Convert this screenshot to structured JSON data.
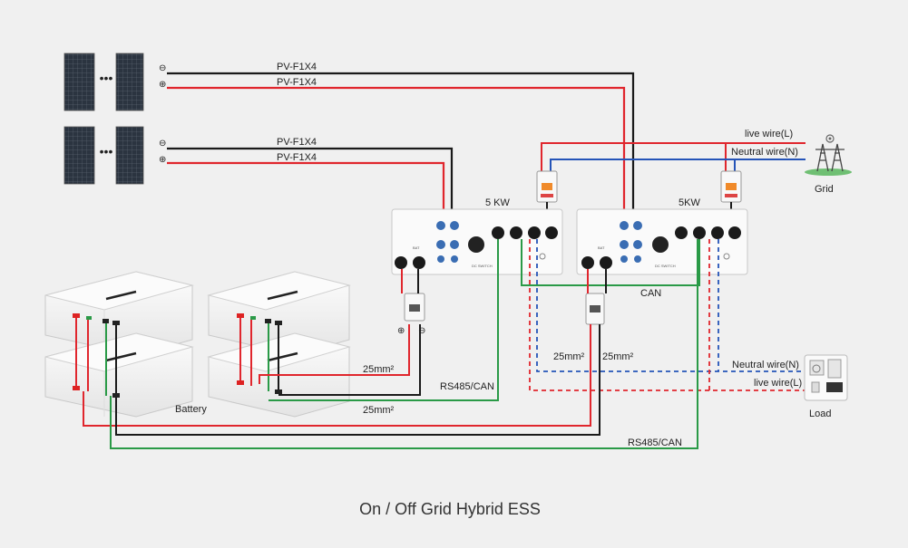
{
  "diagram": {
    "caption": "On / Off Grid Hybrid ESS",
    "pv_cables": [
      "PV-F1X4",
      "PV-F1X4",
      "PV-F1X4",
      "PV-F1X4"
    ],
    "pv_polarity": {
      "negative": "⊖",
      "positive": "⊕"
    },
    "inverter_1": {
      "label": "5 KW"
    },
    "inverter_2": {
      "label": "5KW"
    },
    "grid": {
      "label": "Grid",
      "live_wire": "live wire(L)",
      "neutral_wire": "Neutral wire(N)"
    },
    "load": {
      "label": "Load",
      "neutral_wire": "Neutral wire(N)",
      "live_wire": "live wire(L)"
    },
    "battery": {
      "label": "Battery"
    },
    "cables": {
      "can": "CAN",
      "rs485_1": "RS485/CAN",
      "rs485_2": "RS485/CAN",
      "power_1": "25mm²",
      "power_2": "25mm²",
      "power_3": "25mm²",
      "power_4": "25mm²"
    },
    "colors": {
      "background": "#f0f0f0",
      "negative_wire": "#1a1a1a",
      "positive_wire": "#e0262d",
      "communication_wire": "#2a9a47",
      "neutral_wire": "#2554b8",
      "panel": "#2b3440"
    }
  }
}
